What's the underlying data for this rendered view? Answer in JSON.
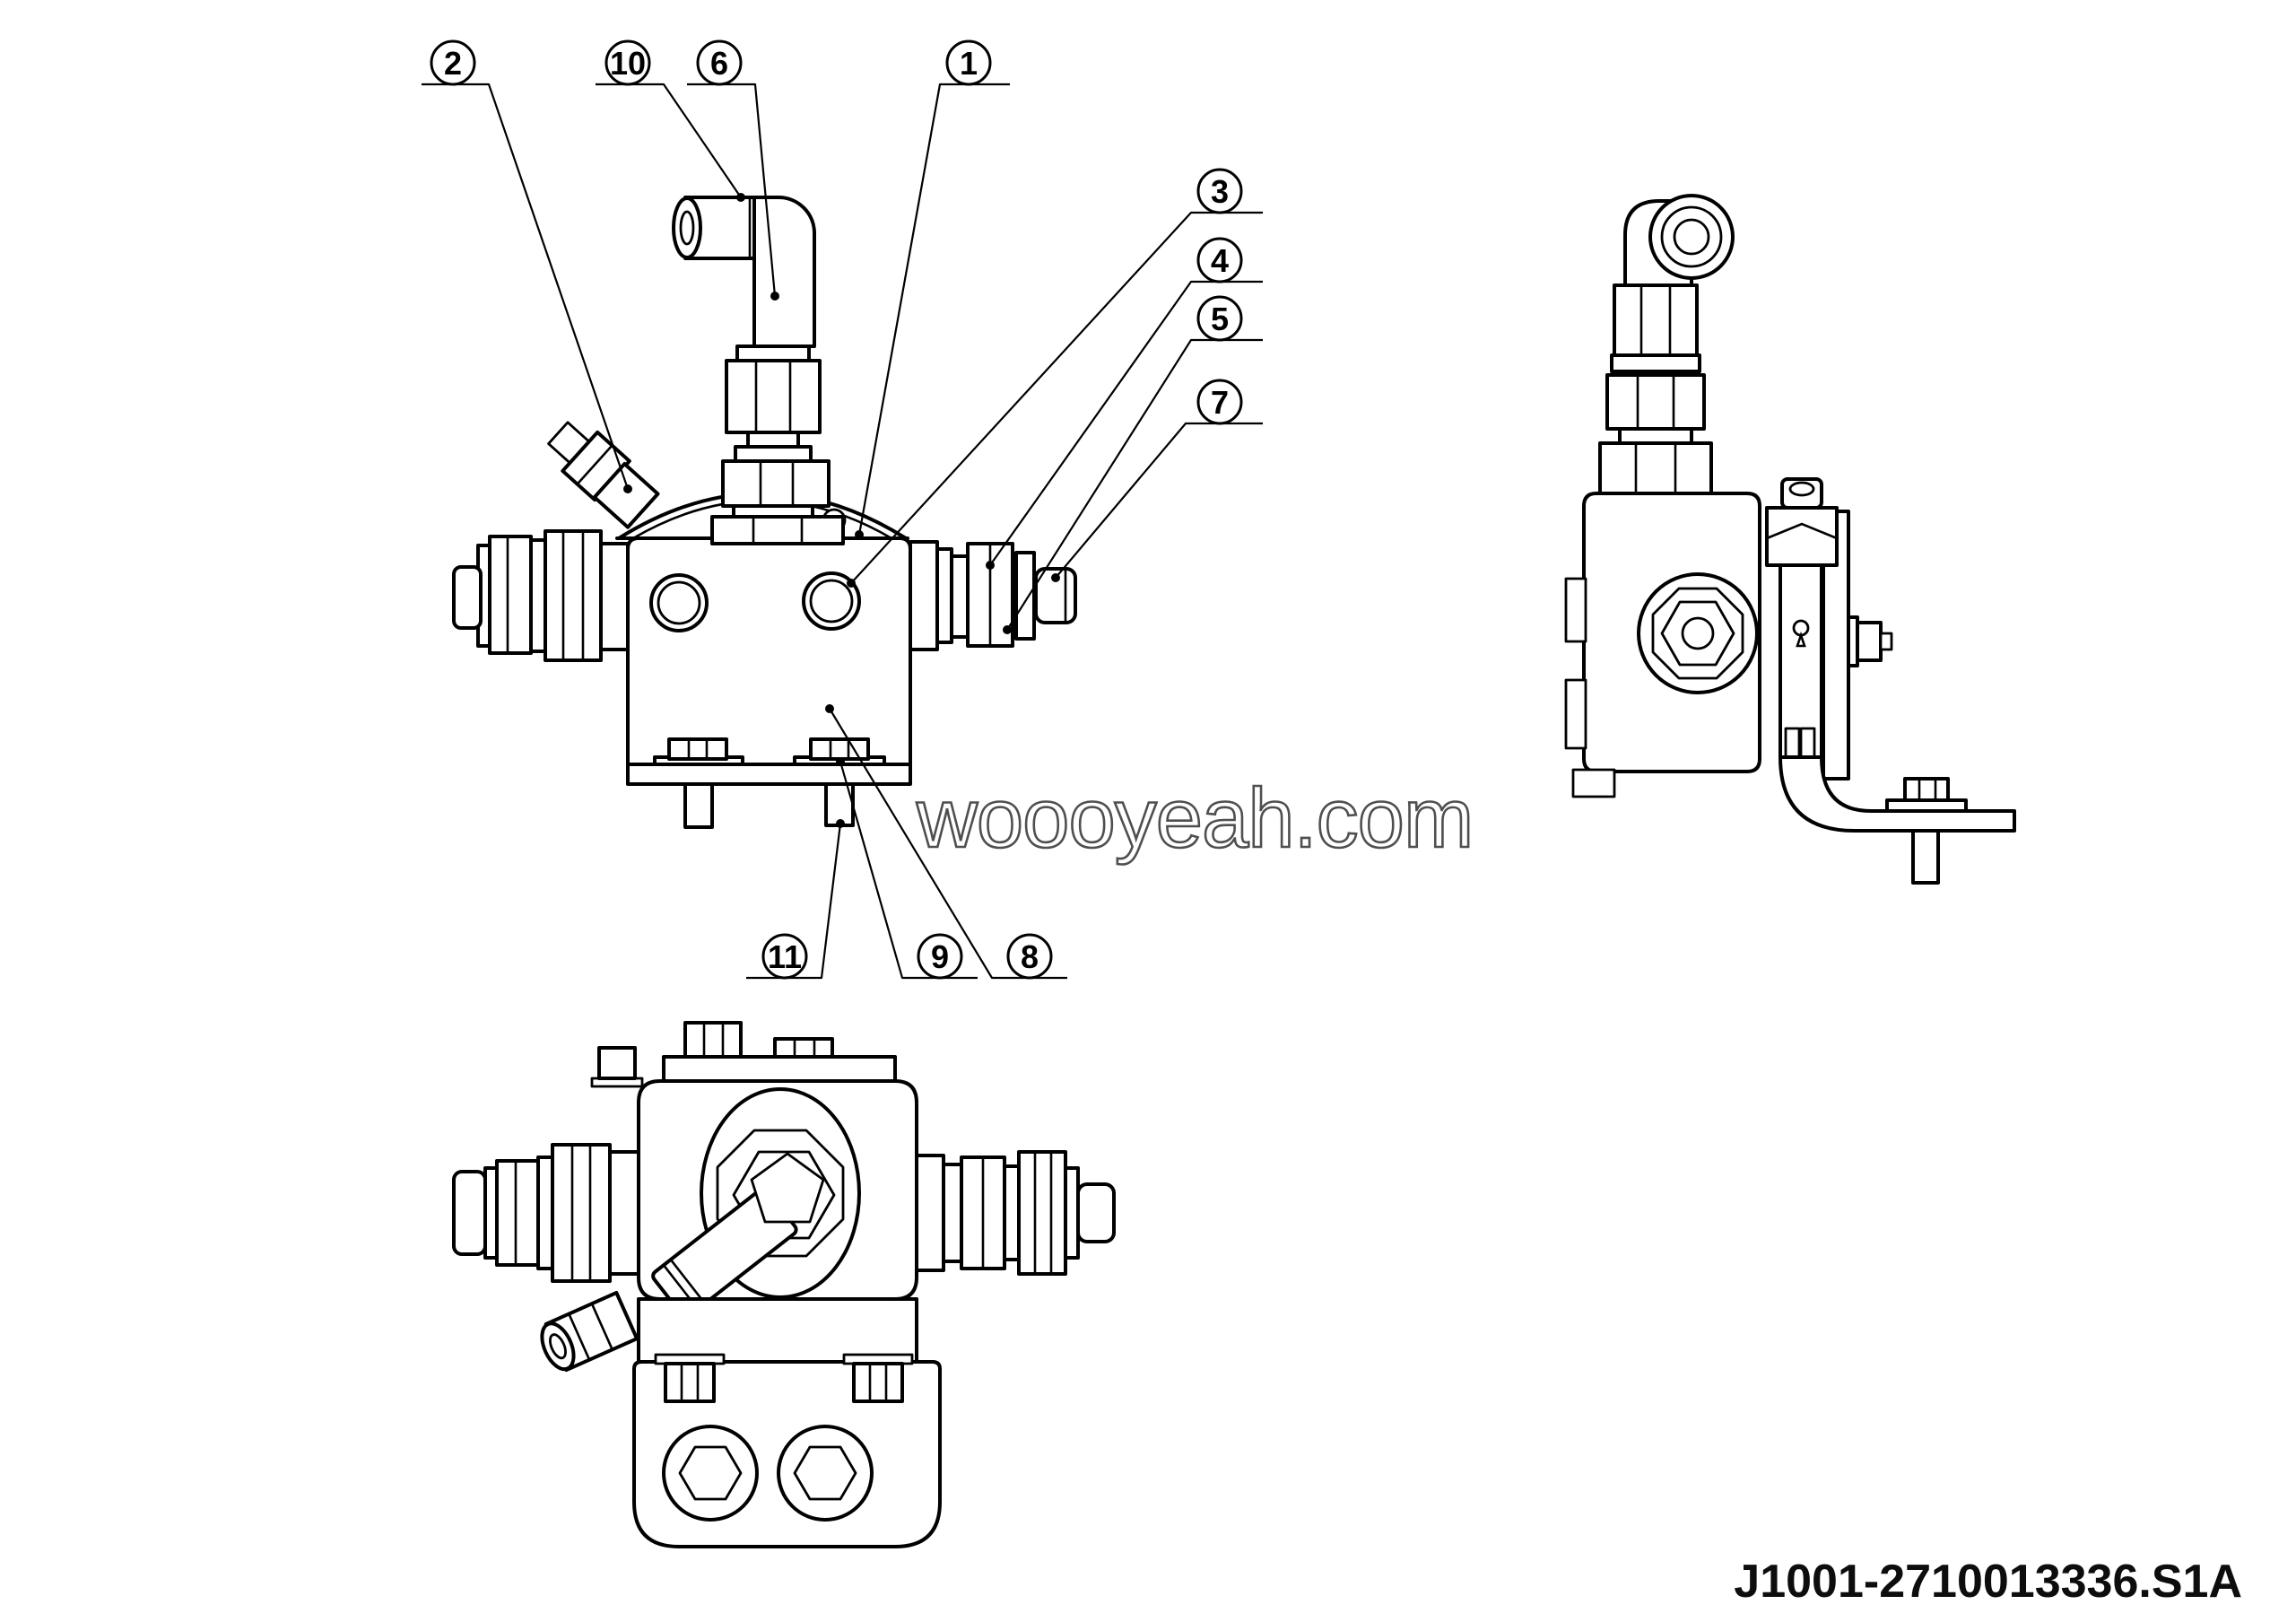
{
  "diagram": {
    "watermark": {
      "text": "woooyeah.com"
    },
    "title_block": {
      "part_number": "J1001-2710013336.S1A"
    },
    "callouts": [
      {
        "label": "1"
      },
      {
        "label": "2"
      },
      {
        "label": "3"
      },
      {
        "label": "4"
      },
      {
        "label": "5"
      },
      {
        "label": "6"
      },
      {
        "label": "7"
      },
      {
        "label": "8"
      },
      {
        "label": "9"
      },
      {
        "label": "10"
      },
      {
        "label": "11"
      }
    ],
    "colors": {
      "line": "#000000",
      "background": "#ffffff",
      "watermark_outline": "#4f4f4f"
    }
  }
}
